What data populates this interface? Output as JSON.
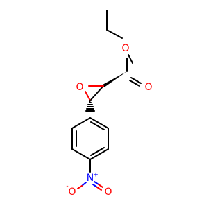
{
  "molecule": {
    "colors": {
      "carbon_bond": "#000000",
      "oxygen": "#ff0000",
      "nitrogen": "#0000ff",
      "background": "#ffffff"
    },
    "atoms": {
      "ester_o": "O",
      "carbonyl_o": "O",
      "epoxide_o": "O",
      "nitro_n": "N",
      "nitro_n_charge": "+",
      "nitro_o_left": "O",
      "nitro_o_left_charge": "-",
      "nitro_o_right": "O"
    }
  }
}
